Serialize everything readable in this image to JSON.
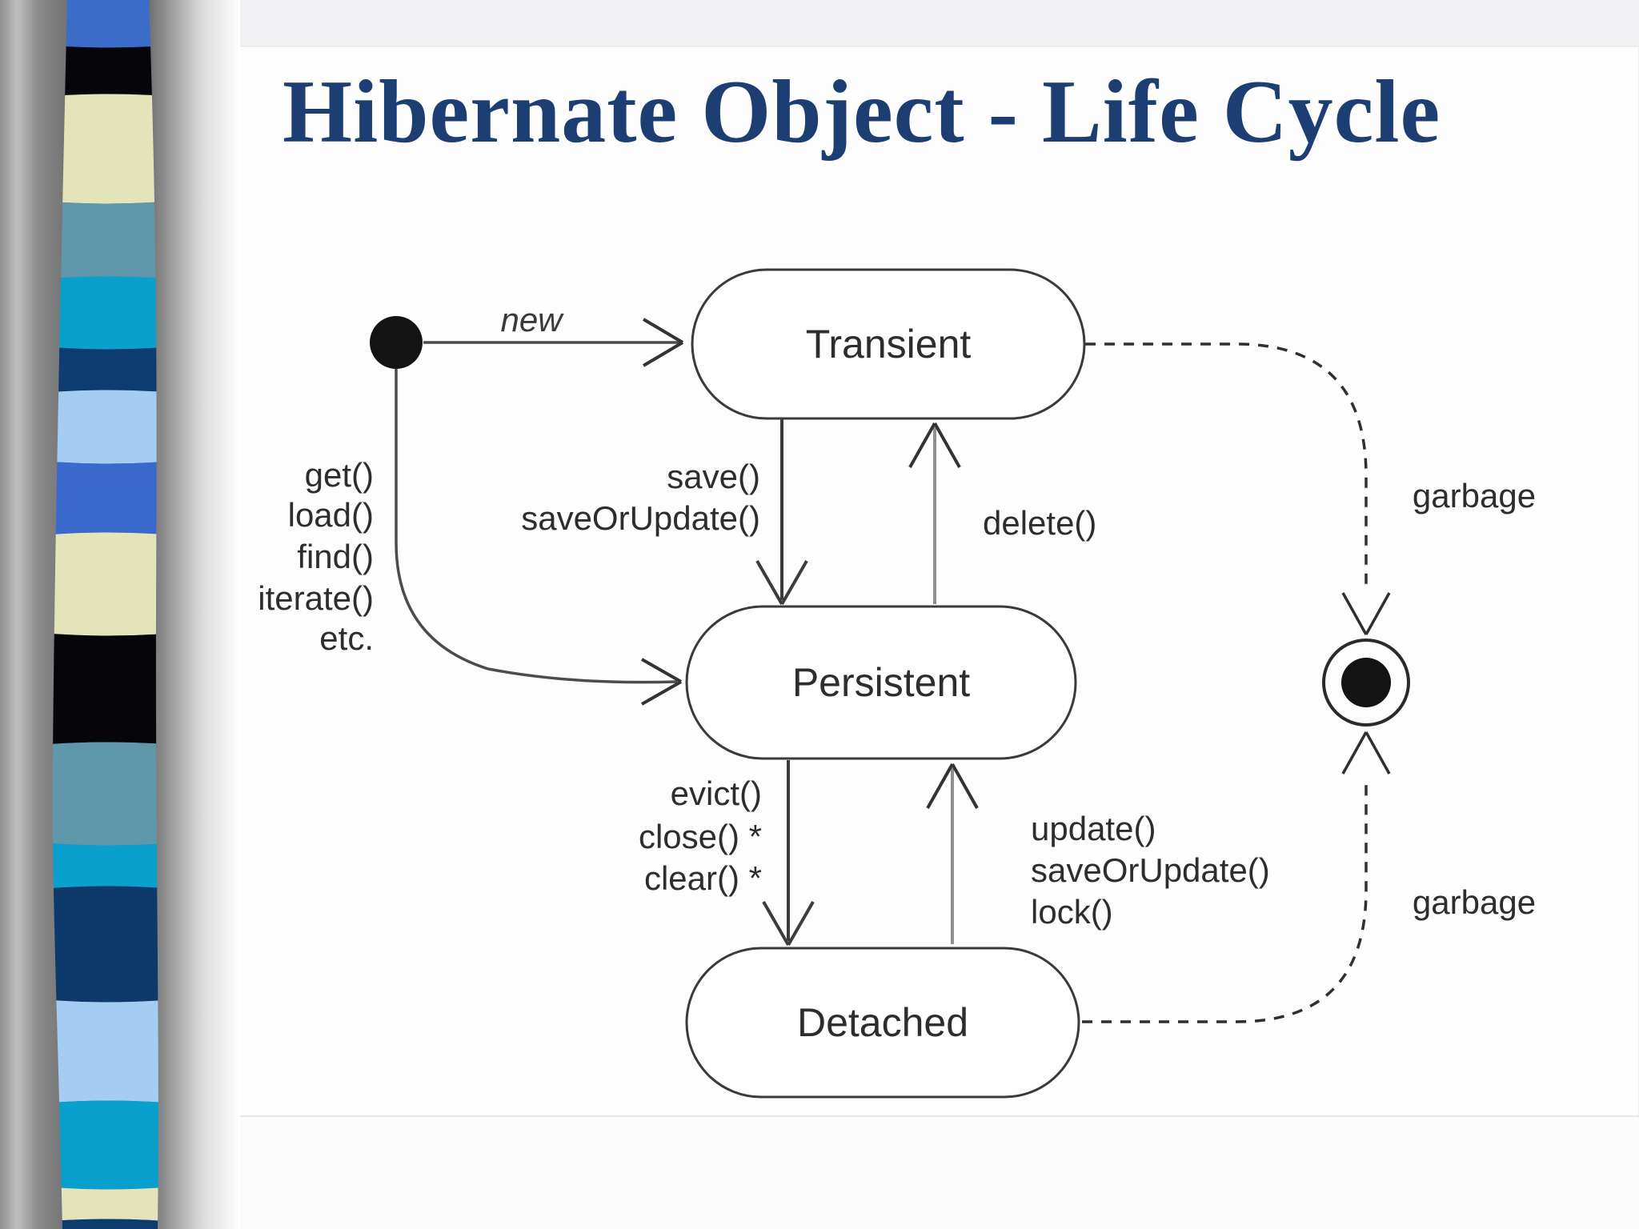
{
  "title": {
    "text": "Hibernate Object - Life Cycle",
    "color": "#1c3e72"
  },
  "diagram": {
    "type": "uml-state-diagram",
    "ink_color": "#3a3a3a",
    "text_color": "#2d2d2d",
    "states": {
      "transient": "Transient",
      "persistent": "Persistent",
      "detached": "Detached"
    },
    "pseudostates": {
      "initial": "initial-state",
      "final": "final-state"
    },
    "transitions": {
      "new_label": "new",
      "save_lines": [
        "save()",
        "saveOrUpdate()"
      ],
      "delete_label": "delete()",
      "left_chain_lines": [
        "get()",
        "load()",
        "find()",
        "iterate()",
        "etc."
      ],
      "evict_lines": [
        "evict()",
        "close() *",
        "clear() *"
      ],
      "update_lines": [
        "update()",
        "saveOrUpdate()",
        "lock()"
      ],
      "garbage_top": "garbage",
      "garbage_bottom": "garbage"
    },
    "edges": [
      {
        "from": "initial",
        "to": "transient",
        "label": "new",
        "style": "solid"
      },
      {
        "from": "transient",
        "to": "persistent",
        "label": "save() saveOrUpdate()",
        "style": "solid"
      },
      {
        "from": "persistent",
        "to": "transient",
        "label": "delete()",
        "style": "solid"
      },
      {
        "from": "initial",
        "to": "persistent",
        "label": "get() load() find() iterate() etc.",
        "style": "solid"
      },
      {
        "from": "persistent",
        "to": "detached",
        "label": "evict() close() * clear() *",
        "style": "solid"
      },
      {
        "from": "detached",
        "to": "persistent",
        "label": "update() saveOrUpdate() lock()",
        "style": "solid"
      },
      {
        "from": "transient",
        "to": "final",
        "label": "garbage",
        "style": "dashed"
      },
      {
        "from": "detached",
        "to": "final",
        "label": "garbage",
        "style": "dashed"
      }
    ]
  },
  "ribbon": {
    "bands": [
      {
        "to": 55,
        "color": "#3b6cc9"
      },
      {
        "to": 122,
        "color": "#06060a"
      },
      {
        "to": 250,
        "color": "#e4e4bb"
      },
      {
        "to": 350,
        "color": "#5e97aa"
      },
      {
        "to": 432,
        "color": "#0aa0ce"
      },
      {
        "to": 492,
        "color": "#0d3c70"
      },
      {
        "to": 575,
        "color": "#a5cdf4"
      },
      {
        "to": 670,
        "color": "#3b68cd"
      },
      {
        "to": 790,
        "color": "#e4e4bb"
      },
      {
        "to": 932,
        "color": "#06060a"
      },
      {
        "to": 1052,
        "color": "#5e97aa"
      },
      {
        "to": 1112,
        "color": "#0aa0ce"
      },
      {
        "to": 1248,
        "color": "#0e3a6b"
      },
      {
        "to": 1380,
        "color": "#a5cdf4"
      },
      {
        "to": 1482,
        "color": "#0aa0ce"
      },
      {
        "to": 1528,
        "color": "#e4e4bb"
      },
      {
        "to": 1536,
        "color": "#0d3b6e"
      }
    ]
  }
}
